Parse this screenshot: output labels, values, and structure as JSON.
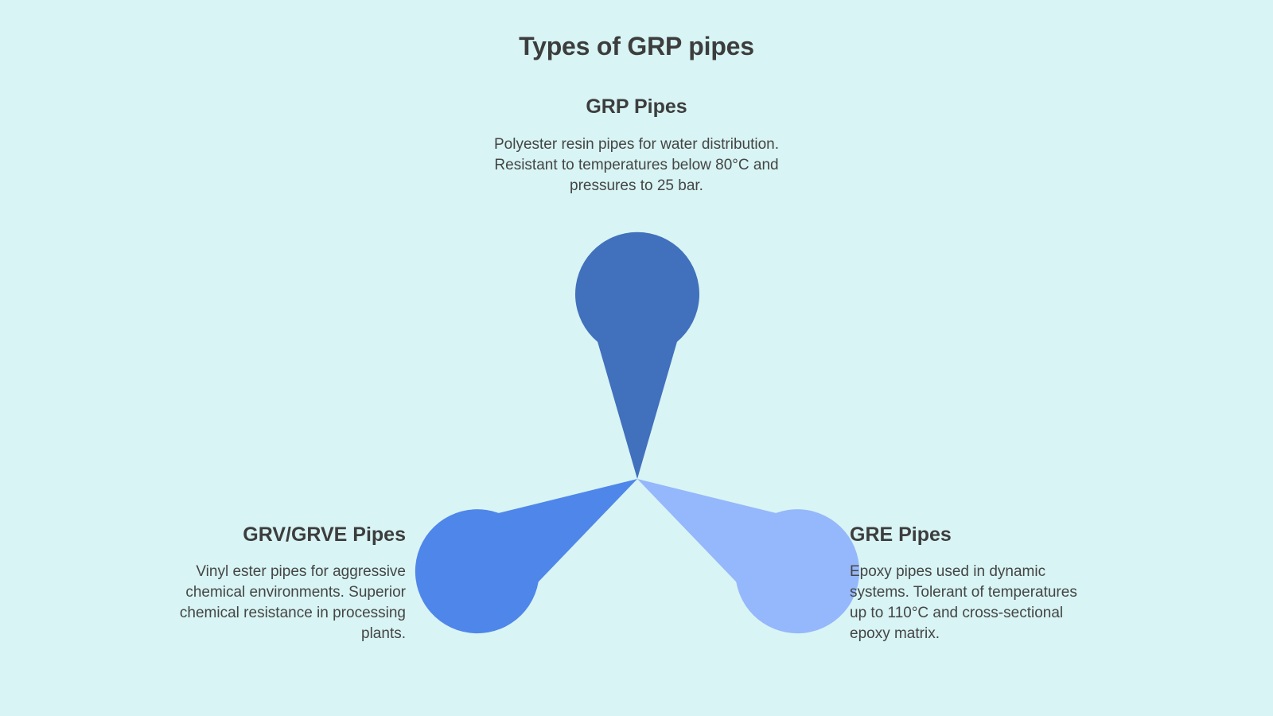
{
  "title": "Types of GRP pipes",
  "background_color": "#d8f4f4",
  "text_color": "#3d3d3d",
  "chart_data": {
    "type": "pie",
    "title": "Types of GRP pipes",
    "subtype": "three-petal teardrop radial diagram",
    "legend_position": "none",
    "center": [
      801,
      602
    ],
    "categories": [
      "GRP Pipes",
      "GRE Pipes",
      "GRV/GRVE Pipes"
    ],
    "values": [
      1,
      1,
      1
    ],
    "series": [
      {
        "name": "GRP Pipes",
        "value": 1,
        "angle_deg": 0,
        "color": "#4170bd",
        "label": "GRP Pipes",
        "description": "Polyester resin pipes for water distribution. Resistant to temperatures below 80°C and pressures to 25 bar."
      },
      {
        "name": "GRE Pipes",
        "value": 1,
        "angle_deg": 120,
        "color": "#4f86ea",
        "label": "GRE Pipes",
        "description": "Epoxy pipes used in dynamic systems. Tolerant of temperatures up to 110°C and cross-sectional epoxy matrix."
      },
      {
        "name": "GRV/GRVE Pipes",
        "value": 1,
        "angle_deg": 240,
        "color": "#95b7fb",
        "label": "GRV/GRVE Pipes",
        "description": "Vinyl ester pipes for aggressive chemical environments. Superior chemical resistance in processing plants."
      }
    ]
  },
  "nodes": {
    "grp": {
      "heading": "GRP Pipes",
      "description": "Polyester resin pipes for water distribution. Resistant to temperatures below 80°C and pressures to 25 bar.",
      "color": "#4170bd"
    },
    "grv": {
      "heading": "GRV/GRVE Pipes",
      "description": "Vinyl ester pipes for aggressive chemical environments. Superior chemical resistance in processing plants.",
      "color": "#95b7fb"
    },
    "gre": {
      "heading": "GRE Pipes",
      "description": "Epoxy pipes used in dynamic systems. Tolerant of temperatures up to 110°C and cross-sectional epoxy matrix.",
      "color": "#4f86ea"
    }
  }
}
